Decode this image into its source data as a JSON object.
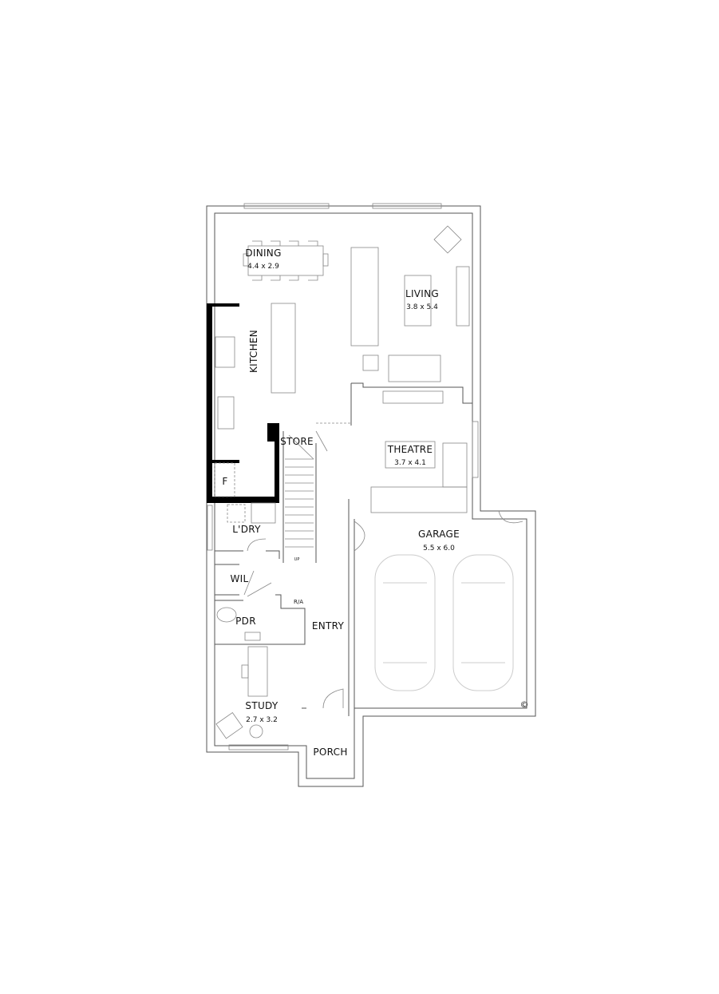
{
  "rooms": {
    "dining": {
      "name": "DINING",
      "size": "4.4 x 2.9"
    },
    "living": {
      "name": "LIVING",
      "size": "3.8 x 5.4"
    },
    "kitchen": {
      "name": "KITCHEN"
    },
    "theatre": {
      "name": "THEATRE",
      "size": "3.7 x 4.1"
    },
    "store": {
      "name": "STORE"
    },
    "fridge": {
      "name": "F"
    },
    "laundry": {
      "name": "L'DRY"
    },
    "garage": {
      "name": "GARAGE",
      "size": "5.5 x 6.0"
    },
    "wil": {
      "name": "WIL"
    },
    "pdr": {
      "name": "PDR"
    },
    "entry": {
      "name": "ENTRY"
    },
    "study": {
      "name": "STUDY",
      "size": "2.7 x 3.2"
    },
    "porch": {
      "name": "PORCH"
    }
  },
  "annotations": {
    "stairs_up": "UP",
    "return_air": "R/A",
    "copyright": "©"
  }
}
